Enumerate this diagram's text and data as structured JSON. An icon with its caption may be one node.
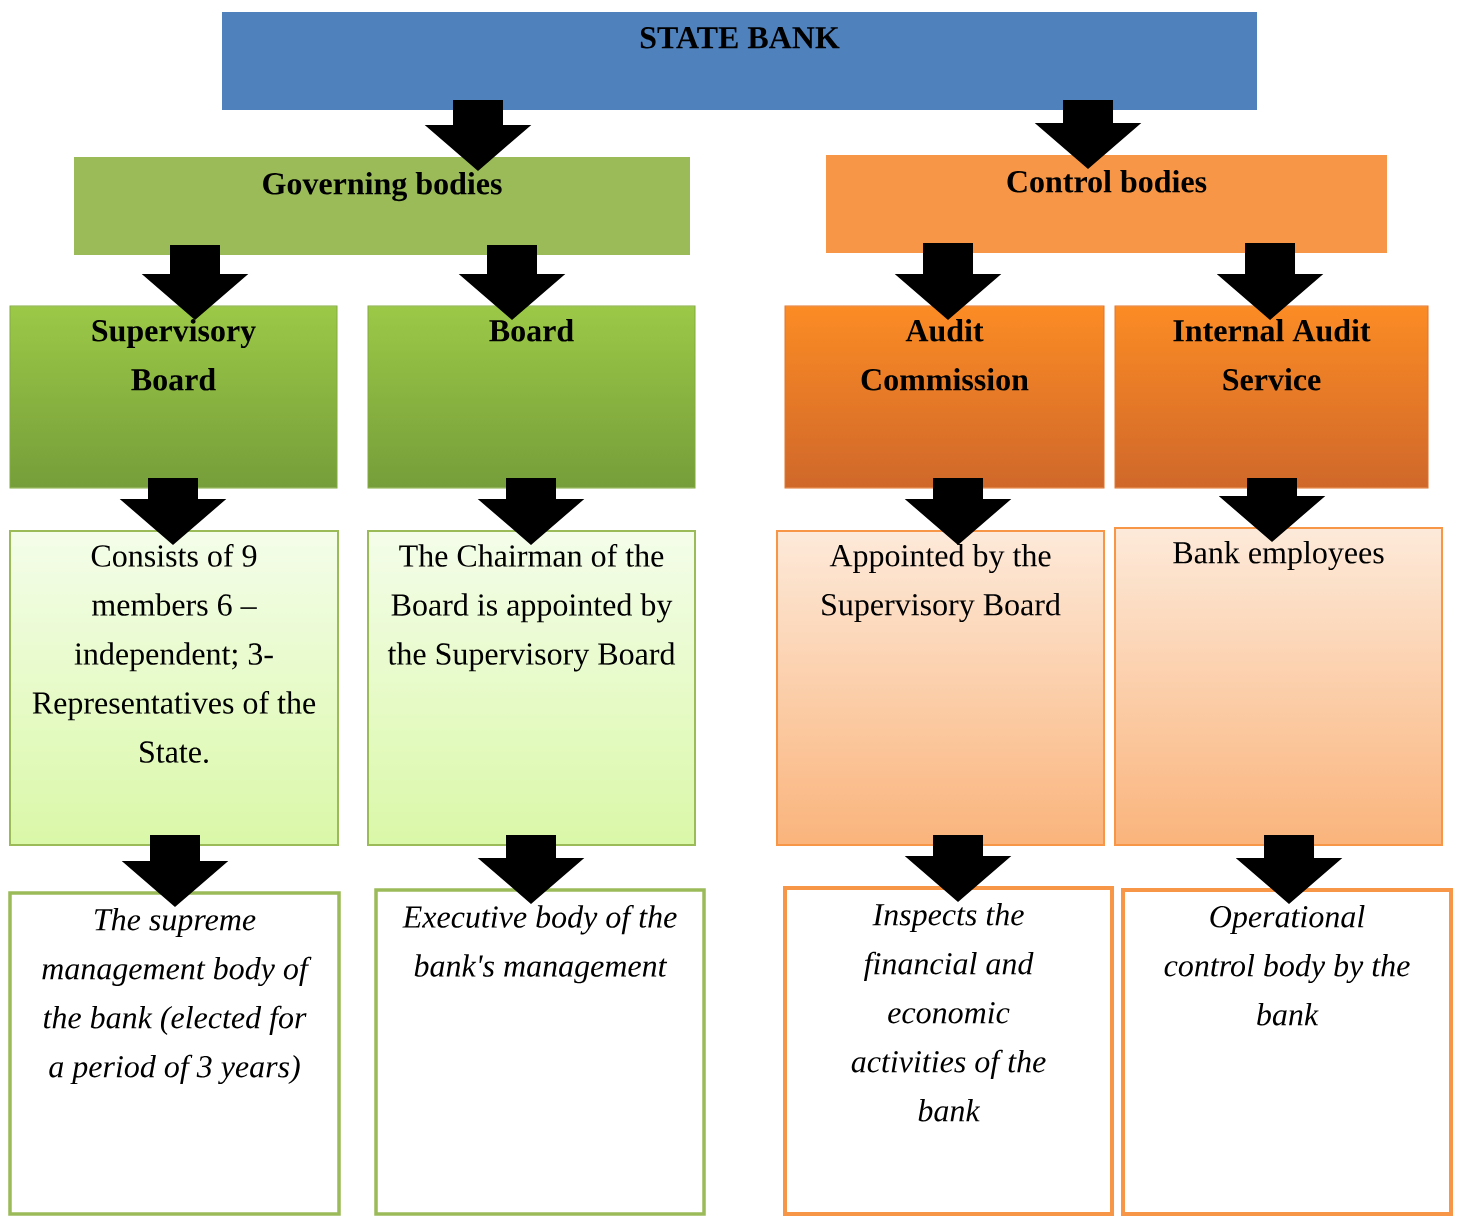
{
  "diagram": {
    "nodes": [
      {
        "text": [
          "STATE BANK"
        ]
      },
      {
        "text": [
          "Governing bodies"
        ]
      },
      {
        "text": [
          "Control bodies"
        ]
      },
      {
        "text": [
          "Supervisory Board"
        ]
      },
      {
        "text": [
          "Board"
        ]
      },
      {
        "text": [
          "Audit Commission"
        ]
      },
      {
        "text": [
          "Internal Audit Service"
        ]
      },
      {
        "text": [
          "Consists of 9 members 6 – independent; 3- Representatives of the State."
        ]
      },
      {
        "text": [
          "The Chairman of the Board is appointed by the Supervisory Board"
        ]
      },
      {
        "text": [
          "Appointed by the Supervisory Board"
        ]
      },
      {
        "text": [
          "Bank employees"
        ]
      },
      {
        "text": [
          "The supreme management body of the bank (elected for a period of 3 years)"
        ]
      },
      {
        "text": [
          "Executive body of the bank's management"
        ]
      },
      {
        "text": [
          "Inspects the financial and economic activities of the bank"
        ]
      },
      {
        "text": [
          "Operational control body by the bank"
        ]
      }
    ],
    "edges": [
      {
        "from": 0,
        "to": 1,
        "arrow": "to"
      },
      {
        "from": 0,
        "to": 2,
        "arrow": "to"
      },
      {
        "from": 1,
        "to": 3,
        "arrow": "to"
      },
      {
        "from": 1,
        "to": 4,
        "arrow": "to"
      },
      {
        "from": 2,
        "to": 5,
        "arrow": "to"
      },
      {
        "from": 2,
        "to": 6,
        "arrow": "to"
      },
      {
        "from": 3,
        "to": 7,
        "arrow": "to"
      },
      {
        "from": 4,
        "to": 8,
        "arrow": "to"
      },
      {
        "from": 5,
        "to": 9,
        "arrow": "to"
      },
      {
        "from": 6,
        "to": 10,
        "arrow": "to"
      },
      {
        "from": 7,
        "to": 11,
        "arrow": "to"
      },
      {
        "from": 8,
        "to": 12,
        "arrow": "to"
      },
      {
        "from": 9,
        "to": 13,
        "arrow": "to"
      },
      {
        "from": 10,
        "to": 14,
        "arrow": "to"
      }
    ]
  }
}
